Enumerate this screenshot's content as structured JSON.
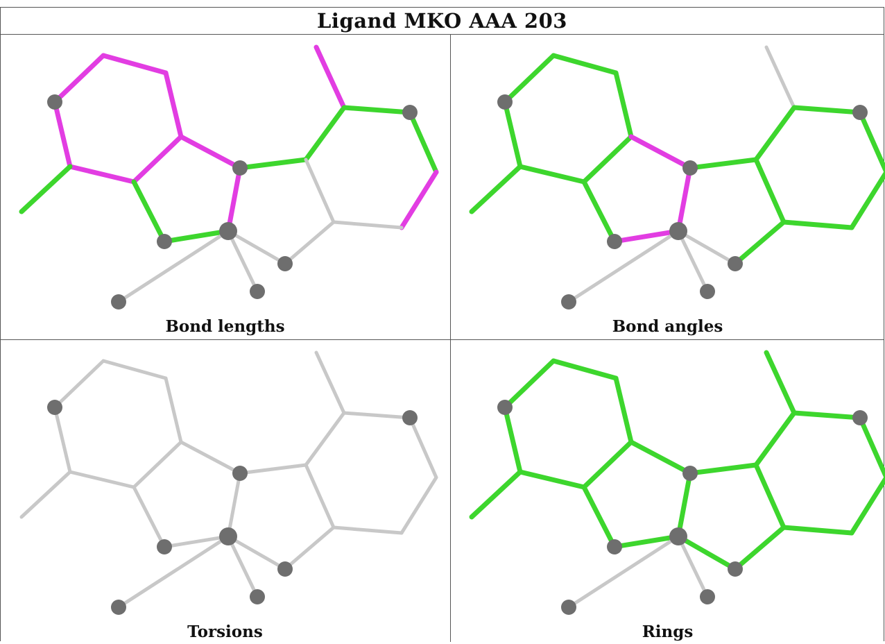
{
  "title": "Ligand MKO AAA 203",
  "colors": {
    "grey": "#c8c8c8",
    "green": "#3dd62d",
    "magenta": "#e23de2",
    "atom": "#6e6e6e"
  },
  "panels": [
    {
      "caption": "Bond lengths",
      "green": [
        "b7",
        "b8",
        "b9",
        "b12",
        "b13",
        "b15",
        "b16"
      ],
      "magenta": [
        "b1",
        "b2",
        "b3",
        "b4",
        "b5",
        "b6",
        "b10",
        "b11",
        "b14",
        "b17"
      ]
    },
    {
      "caption": "Bond angles",
      "green": [
        "b1",
        "b2",
        "b3",
        "b4",
        "b5",
        "b6",
        "b7",
        "b8",
        "b12",
        "b13",
        "b15",
        "b16",
        "b17",
        "b18",
        "b19",
        "b20"
      ],
      "magenta": [
        "b9",
        "b10",
        "b11"
      ]
    },
    {
      "caption": "Torsions",
      "green": [],
      "magenta": []
    },
    {
      "caption": "Rings",
      "green": [
        "b1",
        "b2",
        "b3",
        "b4",
        "b5",
        "b6",
        "b7",
        "b8",
        "b9",
        "b10",
        "b11",
        "b12",
        "b13",
        "b14",
        "b15",
        "b16",
        "b17",
        "b18",
        "b19",
        "b20",
        "b21"
      ],
      "magenta": []
    }
  ]
}
